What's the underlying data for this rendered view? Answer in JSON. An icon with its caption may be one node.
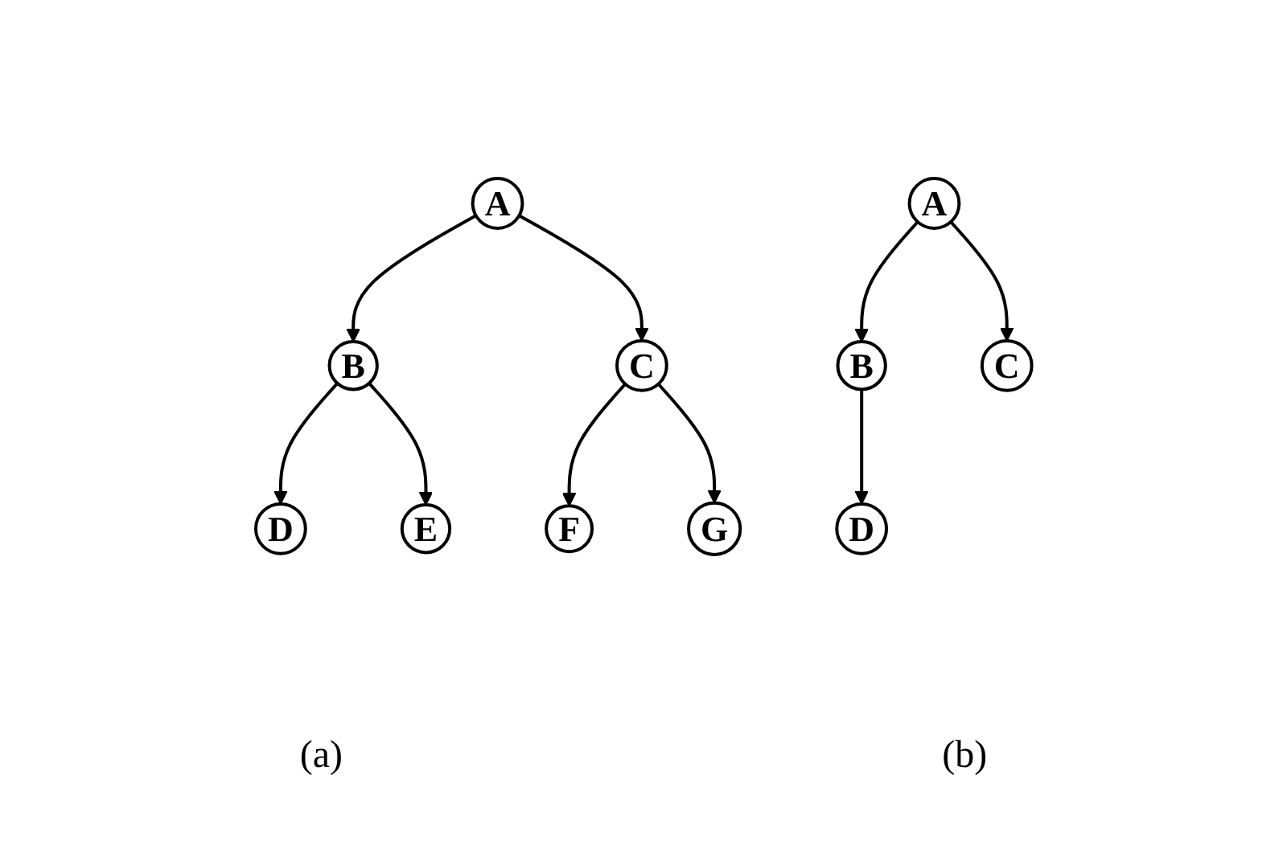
{
  "diagram": {
    "nodes": [
      {
        "text": [
          "A"
        ]
      },
      {
        "text": [
          "B"
        ]
      },
      {
        "text": [
          "C"
        ]
      },
      {
        "text": [
          "D"
        ]
      },
      {
        "text": [
          "E"
        ]
      },
      {
        "text": [
          "F"
        ]
      },
      {
        "text": [
          "G"
        ]
      },
      {
        "text": [
          "A"
        ]
      },
      {
        "text": [
          "B"
        ]
      },
      {
        "text": [
          "C"
        ]
      },
      {
        "text": [
          "D"
        ]
      }
    ],
    "edges": [
      {
        "from": 0,
        "to": 1,
        "arrow": "to"
      },
      {
        "from": 0,
        "to": 2,
        "arrow": "to"
      },
      {
        "from": 1,
        "to": 3,
        "arrow": "to"
      },
      {
        "from": 1,
        "to": 4,
        "arrow": "to"
      },
      {
        "from": 2,
        "to": 5,
        "arrow": "to"
      },
      {
        "from": 2,
        "to": 6,
        "arrow": "to"
      },
      {
        "from": 7,
        "to": 8,
        "arrow": "to"
      },
      {
        "from": 7,
        "to": 9,
        "arrow": "to"
      },
      {
        "from": 8,
        "to": 10,
        "arrow": "to"
      }
    ],
    "labels": [
      "(a)",
      "(b)"
    ]
  }
}
